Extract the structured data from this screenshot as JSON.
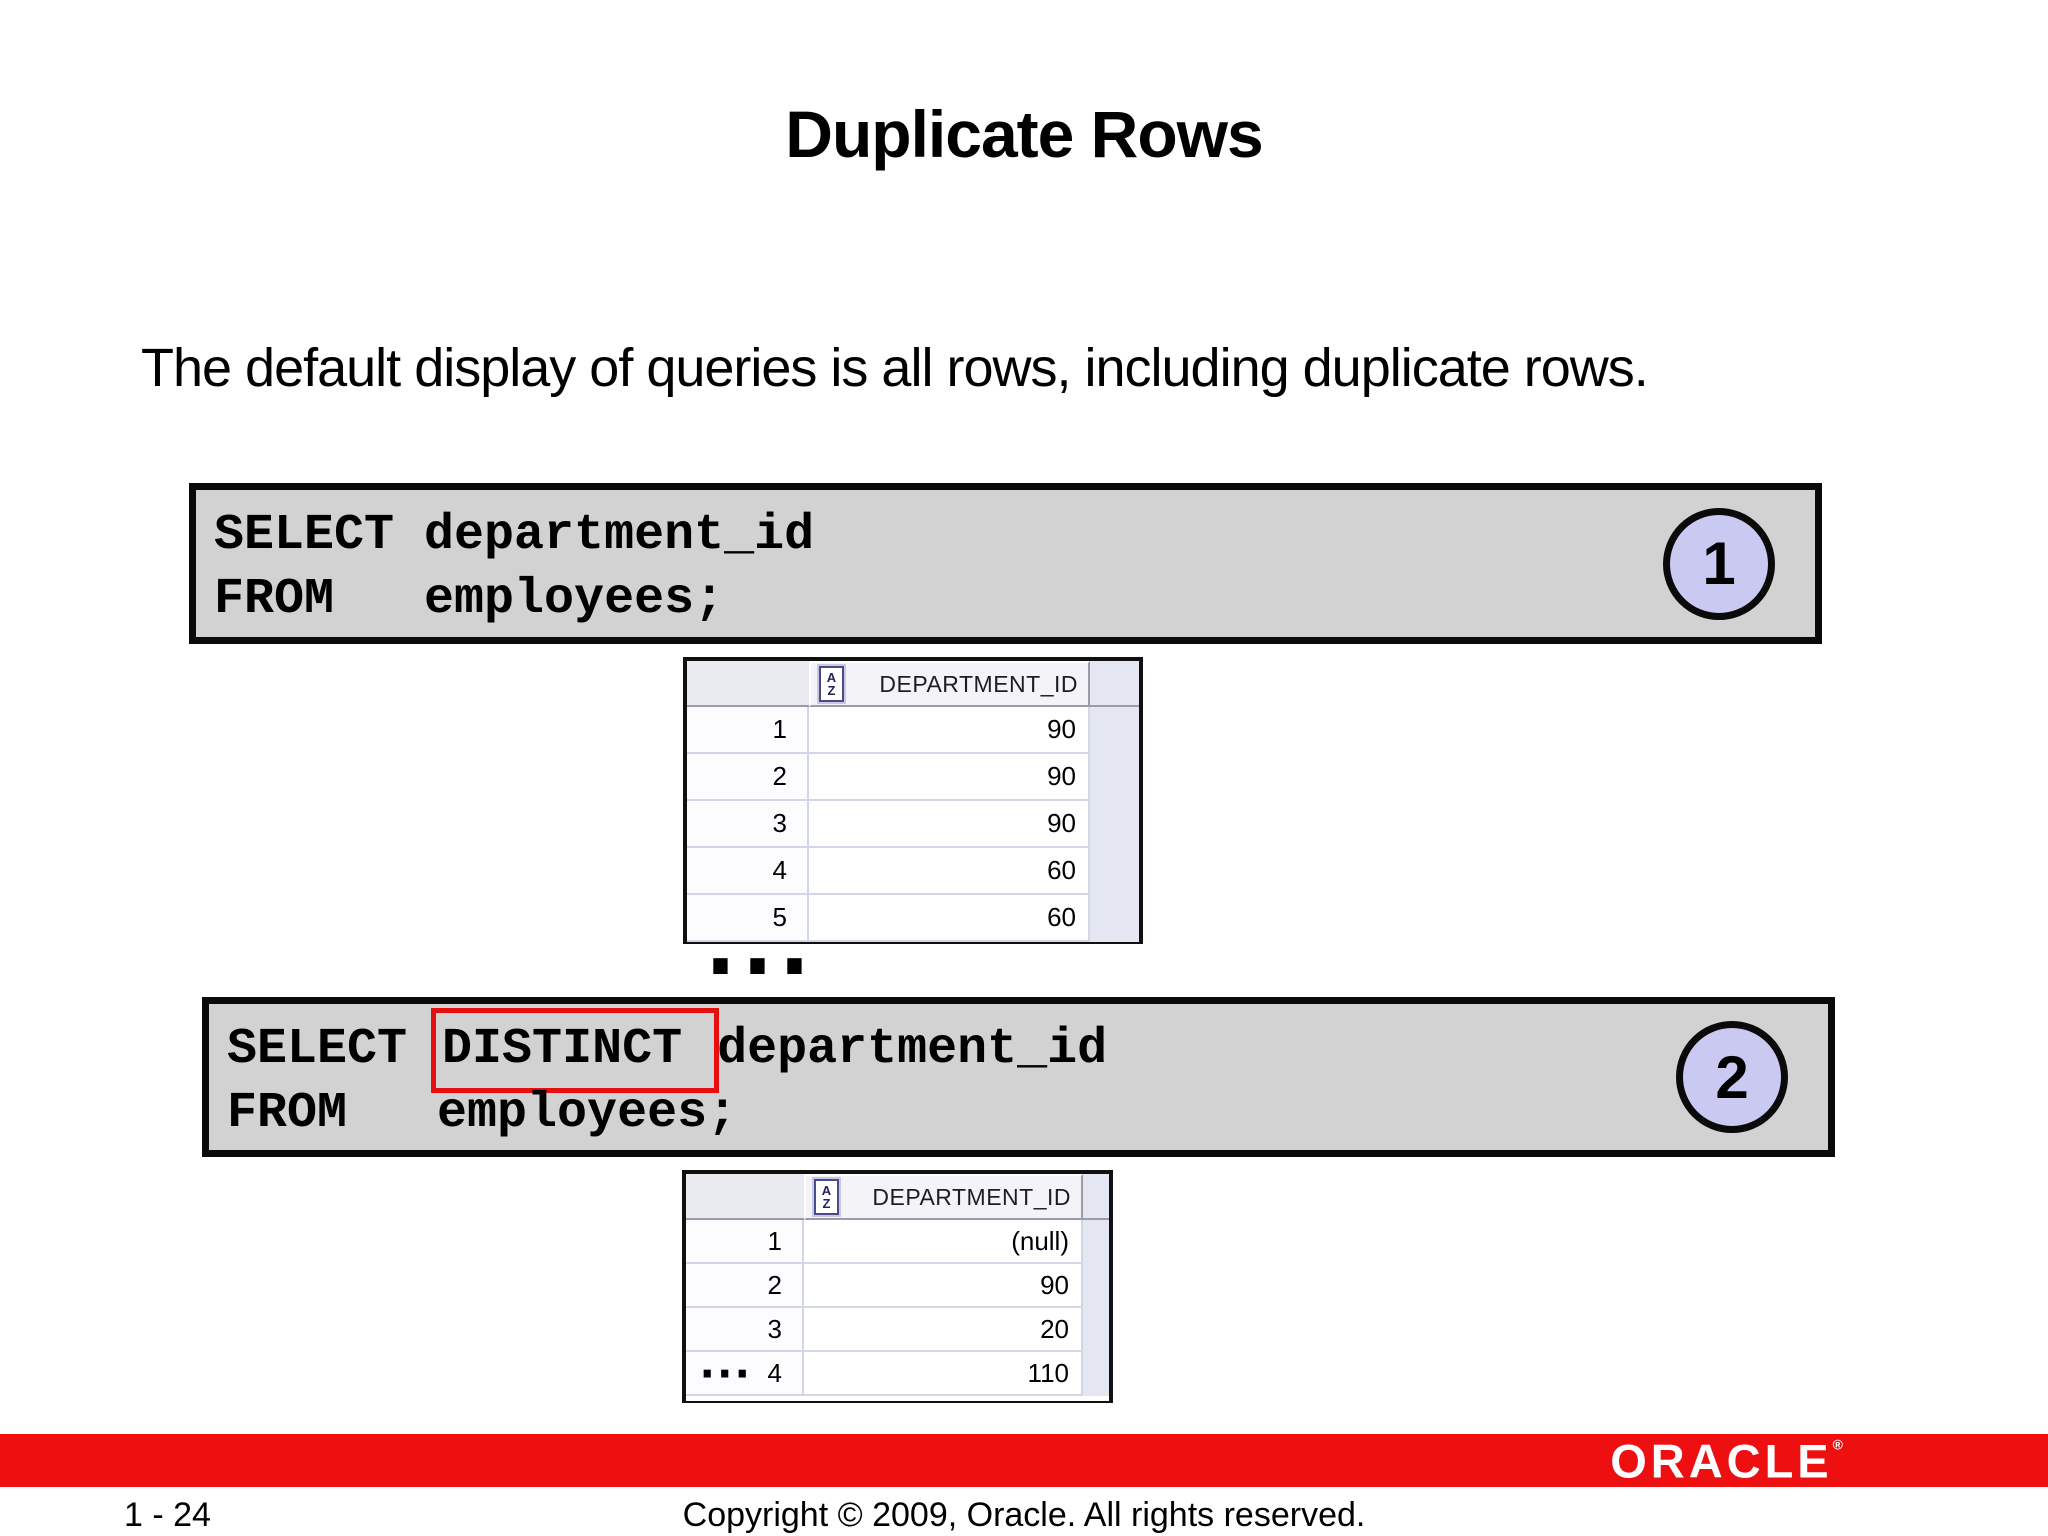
{
  "slide": {
    "title": "Duplicate Rows",
    "body_text": "The default display of queries is all rows, including duplicate rows.",
    "ellipsis": "...",
    "code_blocks": [
      {
        "badge": "1",
        "lines": [
          [
            {
              "text": "SELECT department_id"
            }
          ],
          [
            {
              "text": "FROM   employees;"
            }
          ]
        ]
      },
      {
        "badge": "2",
        "lines": [
          [
            {
              "text": "SELECT "
            },
            {
              "text": "DISTINCT ",
              "highlight": true
            },
            {
              "text": "department_id"
            }
          ],
          [
            {
              "text": "FROM   employees;"
            }
          ]
        ]
      }
    ]
  },
  "glyphs": {
    "sort_letters": [
      "A",
      "Z"
    ],
    "row_ellipsis": "..."
  },
  "tables": [
    {
      "column_header": "DEPARTMENT_ID",
      "rows": [
        {
          "num": "1",
          "value": "90"
        },
        {
          "num": "2",
          "value": "90"
        },
        {
          "num": "3",
          "value": "90"
        },
        {
          "num": "4",
          "value": "60"
        },
        {
          "num": "5",
          "value": "60"
        }
      ],
      "partial_row": false
    },
    {
      "column_header": "DEPARTMENT_ID",
      "rows": [
        {
          "num": "1",
          "value": "(null)"
        },
        {
          "num": "2",
          "value": "90"
        },
        {
          "num": "3",
          "value": "20"
        },
        {
          "num": "4",
          "value": "110",
          "dots": true
        }
      ],
      "partial_row": true
    }
  ],
  "footer": {
    "page_number": "1 - 24",
    "copyright": "Copyright © 2009, Oracle. All rights reserved.",
    "logo_text": "ORACLE",
    "logo_mark": "®"
  },
  "colors": {
    "bar_red": "#ee1010",
    "highlight_red": "#e60f0f",
    "code_box_gray": "#d2d2d2",
    "badge_lavender": "#c9c9f2",
    "grid_strip_lavender": "#e4e6f2",
    "grid_line": "#d2d7e8"
  }
}
